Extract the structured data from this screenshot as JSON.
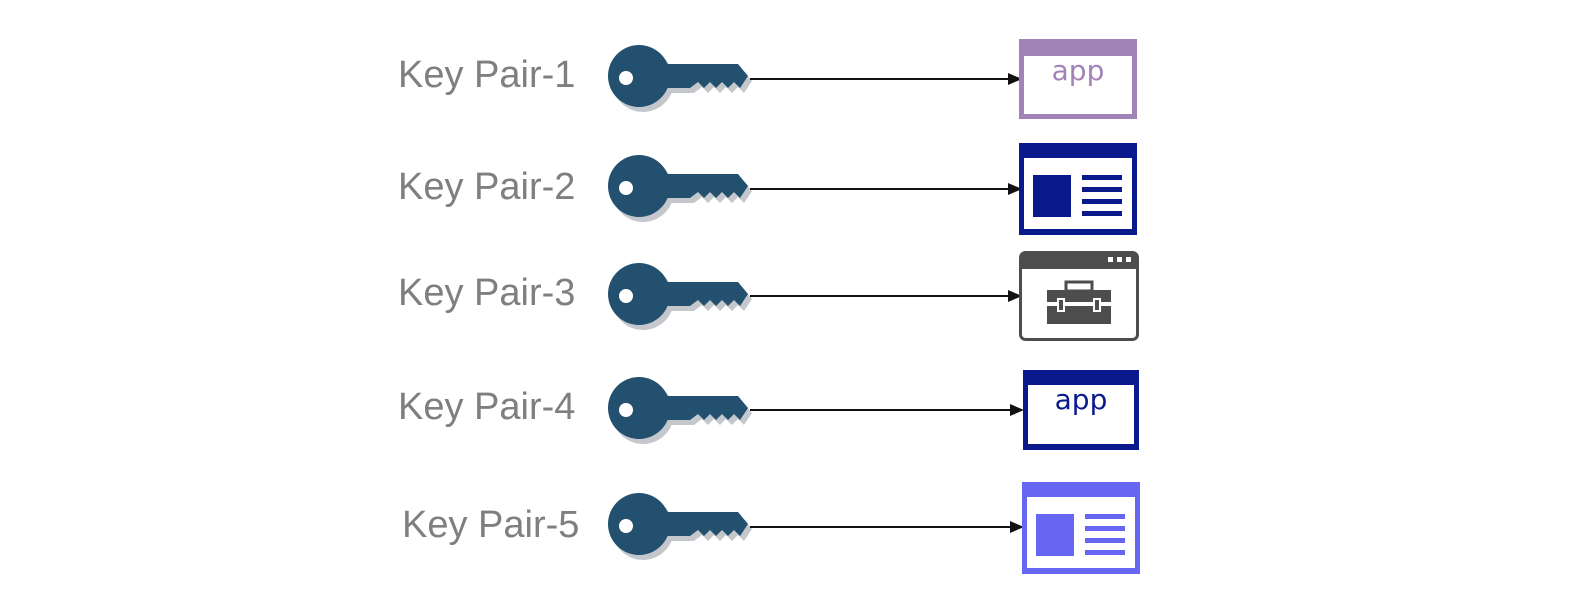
{
  "colors": {
    "label": "#7f7f7f",
    "key": "#23506f",
    "key_shadow": "#c4c8cc",
    "arrow": "#111111",
    "app_purple": "#a183b8",
    "navy": "#0a1a8c",
    "dark_gray": "#4d4d4d",
    "periwinkle": "#6666f2"
  },
  "pairs": [
    {
      "label": "Key Pair-1",
      "key_icon": "key-icon",
      "target_icon": "app-window-icon",
      "target_text": "app",
      "target_color": "#a183b8"
    },
    {
      "label": "Key Pair-2",
      "key_icon": "key-icon",
      "target_icon": "web-page-icon",
      "target_color": "#0a1a8c"
    },
    {
      "label": "Key Pair-3",
      "key_icon": "key-icon",
      "target_icon": "toolbox-window-icon",
      "target_color": "#4d4d4d"
    },
    {
      "label": "Key Pair-4",
      "key_icon": "key-icon",
      "target_icon": "app-window-icon",
      "target_text": "app",
      "target_color": "#0a1a8c"
    },
    {
      "label": "Key Pair-5",
      "key_icon": "key-icon",
      "target_icon": "web-page-icon",
      "target_color": "#6666f2"
    }
  ]
}
